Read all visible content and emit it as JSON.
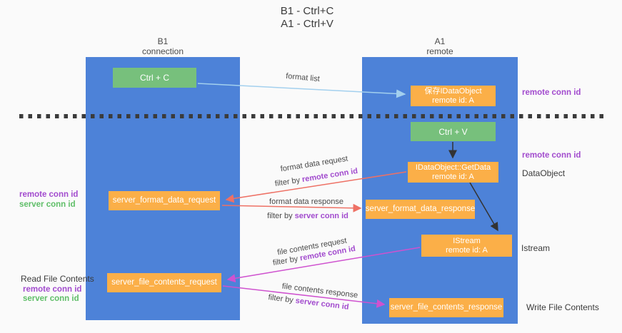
{
  "title": {
    "line1": "B1 - Ctrl+C",
    "line2": "A1 - Ctrl+V"
  },
  "columns": {
    "left": {
      "header_line1": "B1",
      "header_line2": "connection"
    },
    "right": {
      "header_line1": "A1",
      "header_line2": "remote"
    }
  },
  "nodes": {
    "ctrl_c": "Ctrl + C",
    "ctrl_v": "Ctrl + V",
    "saved_dataobject": {
      "line1": "保存IDataObject",
      "line2": "remote id: A"
    },
    "getdata": {
      "line1": "IDataObject::GetData",
      "line2": "remote id: A"
    },
    "istream": {
      "line1": "IStream",
      "line2": "remote id: A"
    },
    "format_request": "server_format_data_request",
    "format_response": "server_format_data_response",
    "file_request": "server_file_contents_request",
    "file_response": "server_file_contents_response"
  },
  "edge_labels": {
    "format_list": "format list",
    "format_data_request": "format data request",
    "format_data_request_filter": {
      "prefix": "filter by ",
      "term": "remote conn id"
    },
    "format_data_response": "format data response",
    "format_data_response_filter": {
      "prefix": "filter by ",
      "term": "server conn id"
    },
    "file_contents_request": "file contents request",
    "file_contents_request_filter": {
      "prefix": "filter by ",
      "term": "remote conn id"
    },
    "file_contents_response": "file contents response",
    "file_contents_response_filter": {
      "prefix": "filter by ",
      "term": "server conn id"
    }
  },
  "side_labels": {
    "right_remote_top": "remote conn id",
    "right_remote_mid": "remote conn id",
    "dataobject": "DataObject",
    "istream": "Istream",
    "write_file": "Write File Contents",
    "left_mid_remote": "remote conn id",
    "left_mid_server": "server conn id",
    "read_file": "Read File Contents",
    "left_bottom_remote": "remote conn id",
    "left_bottom_server": "server conn id"
  },
  "colors": {
    "column_blue": "#4d82d8",
    "box_green": "#77c07c",
    "box_orange": "#fbaf48",
    "arrow_lightblue": "#a3d0ee",
    "arrow_red": "#ee7165",
    "arrow_magenta": "#cf52cf",
    "arrow_black": "#333333",
    "label_purple": "#a24bce",
    "label_green": "#5fbe68",
    "dashed_line": "#3b3b3b"
  }
}
